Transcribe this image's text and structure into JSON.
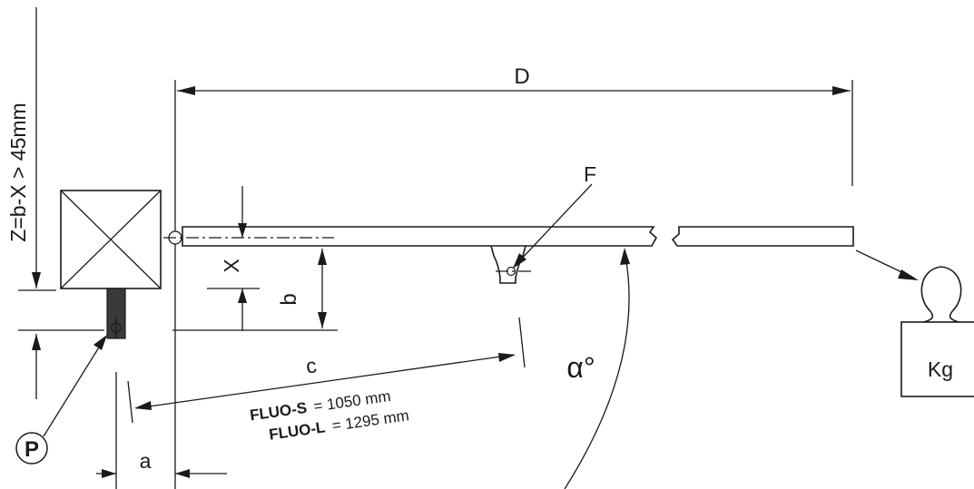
{
  "labels": {
    "D": "D",
    "F": "F",
    "X": "X",
    "b": "b",
    "c": "c",
    "a": "a",
    "alpha": "α°",
    "kg": "Kg",
    "pivot": "P",
    "z_formula": "Z=b-X > 45mm",
    "fluo_s_name": "FLUO-S",
    "fluo_s_value": "= 1050 mm",
    "fluo_l_name": "FLUO-L",
    "fluo_l_value": "= 1295 mm"
  },
  "colors": {
    "line": "#1a1a1a",
    "shaft": "#3a3a3a",
    "background": "#ffffff"
  }
}
